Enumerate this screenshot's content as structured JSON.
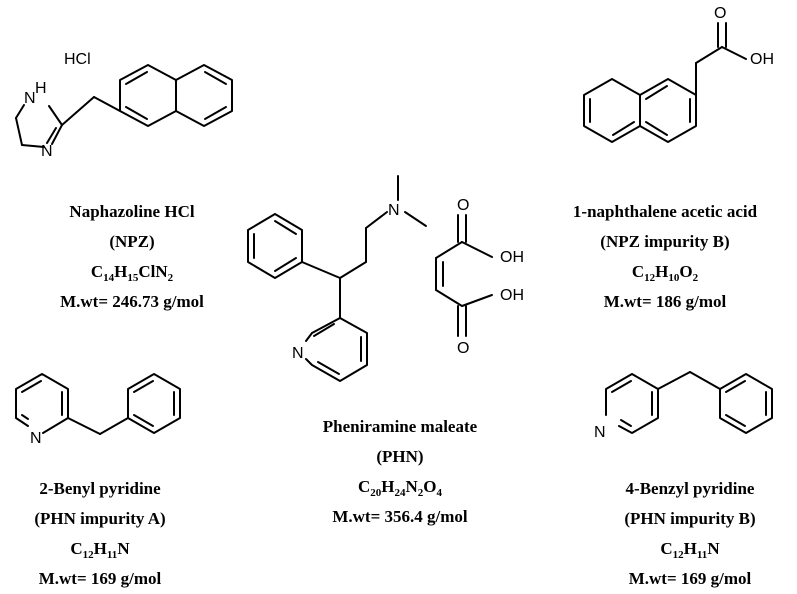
{
  "compounds": [
    {
      "id": "npz",
      "name": "Naphazoline HCl",
      "abbr": "(NPZ)",
      "formula": [
        [
          "C",
          ""
        ],
        [
          "14",
          "sub"
        ],
        [
          "H",
          ""
        ],
        [
          "15",
          "sub"
        ],
        [
          "ClN",
          ""
        ],
        [
          "2",
          "sub"
        ]
      ],
      "mw": "M.wt= 246.73 g/mol",
      "atoms": {
        "salt": "HCl",
        "nh": "H",
        "n_of_nh": "N",
        "n": "N"
      }
    },
    {
      "id": "phn",
      "name": "Pheniramine maleate",
      "abbr": "(PHN)",
      "formula": [
        [
          "C",
          ""
        ],
        [
          "20",
          "sub"
        ],
        [
          "H",
          ""
        ],
        [
          "24",
          "sub"
        ],
        [
          "N",
          ""
        ],
        [
          "2",
          "sub"
        ],
        [
          "O",
          ""
        ],
        [
          "4",
          "sub"
        ]
      ],
      "mw": "M.wt= 356.4 g/mol",
      "atoms": {
        "amine_n": "N",
        "pyridine_n": "N",
        "o1": "O",
        "oh1": "OH",
        "o2": "O",
        "oh2": "OH"
      }
    },
    {
      "id": "naa",
      "name": "1-naphthalene acetic acid",
      "abbr": "(NPZ impurity B)",
      "formula": [
        [
          "C",
          ""
        ],
        [
          "12",
          "sub"
        ],
        [
          "H",
          ""
        ],
        [
          "10",
          "sub"
        ],
        [
          "O",
          ""
        ],
        [
          "2",
          "sub"
        ]
      ],
      "mw": "M.wt= 186 g/mol",
      "atoms": {
        "o": "O",
        "oh": "OH"
      }
    },
    {
      "id": "bp2",
      "name": "2-Benyl pyridine",
      "abbr": "(PHN impurity A)",
      "formula": [
        [
          "C",
          ""
        ],
        [
          "12",
          "sub"
        ],
        [
          "H",
          ""
        ],
        [
          "11",
          "sub"
        ],
        [
          "N",
          ""
        ]
      ],
      "mw": "M.wt= 169 g/mol",
      "atoms": {
        "n": "N"
      }
    },
    {
      "id": "bp4",
      "name": "4-Benzyl pyridine",
      "abbr": "(PHN impurity B)",
      "formula": [
        [
          "C",
          ""
        ],
        [
          "12",
          "sub"
        ],
        [
          "H",
          ""
        ],
        [
          "11",
          "sub"
        ],
        [
          "N",
          ""
        ]
      ],
      "mw": "M.wt= 169 g/mol",
      "atoms": {
        "n": "N"
      }
    }
  ]
}
